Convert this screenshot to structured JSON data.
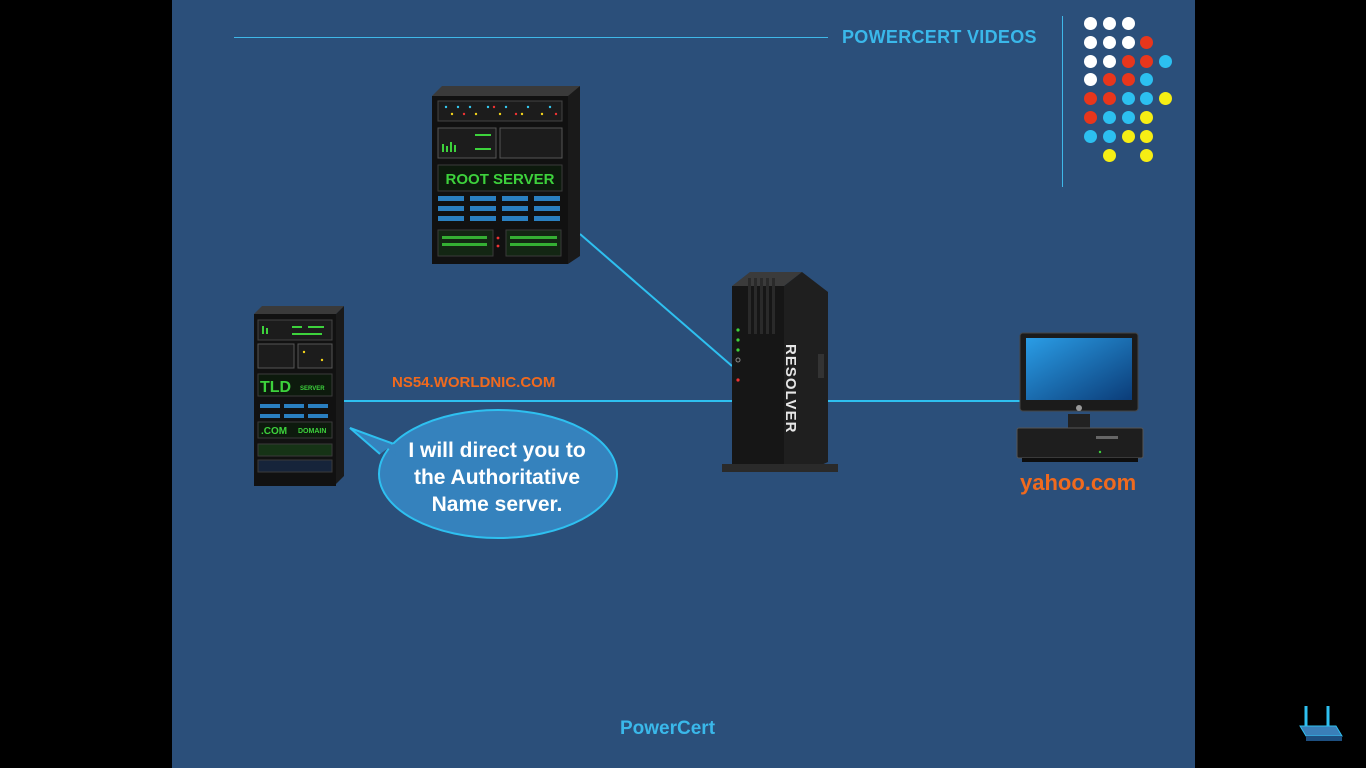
{
  "header": {
    "brand": "POWERCERT VIDEOS"
  },
  "footer": {
    "brand": "PowerCert"
  },
  "diagram": {
    "root_server_label": "ROOT SERVER",
    "tld_server_label": "TLD",
    "tld_server_sub": "SERVER",
    "tld_com_label": ".COM",
    "tld_domain_label": "DOMAIN",
    "resolver_label": "RESOLVER",
    "nameserver_label": "NS54.WORLDNIC.COM",
    "computer_domain": "yahoo.com",
    "speech_bubble": [
      "I will direct you to",
      "the Authoritative",
      "Name server."
    ]
  },
  "colors": {
    "background": "#2b4f7a",
    "accent_blue": "#3ab8ea",
    "accent_orange": "#f06a1e",
    "server_green": "#3dd23c",
    "dot_white": "#ffffff",
    "dot_red": "#e8361c",
    "dot_cyan": "#2cc0f0",
    "dot_yellow": "#f6ee14"
  },
  "icons": [
    "dot-grid-logo",
    "root-server-icon",
    "tld-server-icon",
    "resolver-server-icon",
    "desktop-computer-icon",
    "router-icon"
  ]
}
